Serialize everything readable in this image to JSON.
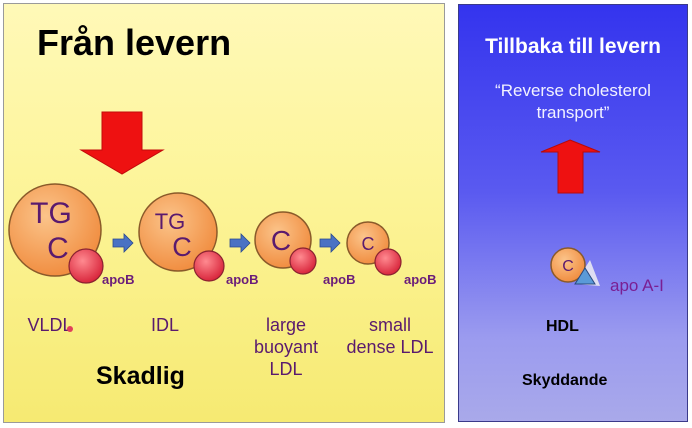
{
  "left_panel": {
    "title": "Från levern",
    "bottom_label": "Skadlig",
    "particles": [
      {
        "name": "VLDL",
        "inner_top": "TG",
        "inner_bottom": "C",
        "apo": "apoB",
        "label": "VLDL"
      },
      {
        "name": "IDL",
        "inner_top": "TG",
        "inner_bottom": "C",
        "apo": "apoB",
        "label": "IDL"
      },
      {
        "name": "large buoyant LDL",
        "inner_bottom": "C",
        "apo": "apoB",
        "label_lines": [
          "large",
          "buoyant",
          "LDL"
        ]
      },
      {
        "name": "small dense LDL",
        "inner_bottom": "C",
        "apo": "apoB",
        "label_lines": [
          "small",
          "dense LDL"
        ]
      }
    ]
  },
  "right_panel": {
    "title": "Tillbaka till levern",
    "subtitle_line1": "“Reverse cholesterol",
    "subtitle_line2": "transport”",
    "particle": {
      "inner": "C",
      "apo": "apo A-I",
      "label": "HDL"
    },
    "bottom_label": "Skyddande"
  },
  "colors": {
    "particle_fill": "#f7a25a",
    "apo_ball": "#e8344a",
    "arrow_red": "#ee1111",
    "small_arrow": "#4a72c4",
    "label_purple": "#5a1a6e"
  }
}
